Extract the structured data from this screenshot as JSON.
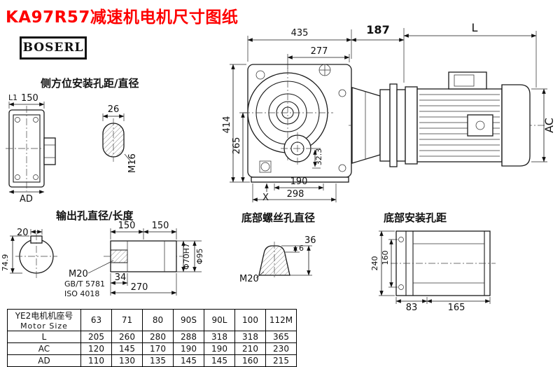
{
  "title": "KA97R57减速机电机尺寸图纸",
  "logo": "BOSERL",
  "views": {
    "side_flange": {
      "dim_l1": "L1",
      "dim_150": "150",
      "dim_ad": "AD"
    },
    "side_hole": {
      "label": "侧方位安装孔距/直径",
      "dim_26": "26",
      "dim_m16": "M16"
    },
    "main": {
      "dim_435": "435",
      "dim_277": "277",
      "dim_414": "414",
      "dim_265": "265",
      "dim_32_3": "32.3",
      "dim_190": "190",
      "dim_298": "298",
      "label_x": "X"
    },
    "motor": {
      "dim_187": "187",
      "dim_l": "L",
      "dim_ac": "AC"
    },
    "output": {
      "label": "输出孔直径/长度",
      "dim_20": "20",
      "dim_74_9": "74.9",
      "dim_150_1": "150",
      "dim_150_2": "150",
      "thread": "M20",
      "std_gb": "GB/T 5781",
      "std_iso": "ISO 4018",
      "dim_34": "34",
      "dim_270": "270",
      "dim_d70": "Φ70H7",
      "dim_d95": "Φ95"
    },
    "bottom_screw": {
      "label": "底部螺丝孔直径",
      "dim_6": "6",
      "dim_36": "36",
      "thread": "M20"
    },
    "bottom_mount": {
      "label": "底部安装孔距",
      "dim_240": "240",
      "dim_160": "160",
      "dim_83": "83",
      "dim_165": "165"
    }
  },
  "table": {
    "header_cn": "YE2电机机座号",
    "header_en": "Motor Size",
    "sizes": [
      "63",
      "71",
      "80",
      "90S",
      "90L",
      "100",
      "112M"
    ],
    "rows": [
      {
        "label": "L",
        "values": [
          "205",
          "260",
          "280",
          "288",
          "318",
          "318",
          "365"
        ]
      },
      {
        "label": "AC",
        "values": [
          "120",
          "145",
          "170",
          "190",
          "190",
          "210",
          "230"
        ]
      },
      {
        "label": "AD",
        "values": [
          "110",
          "130",
          "135",
          "145",
          "145",
          "160",
          "215"
        ]
      }
    ]
  }
}
